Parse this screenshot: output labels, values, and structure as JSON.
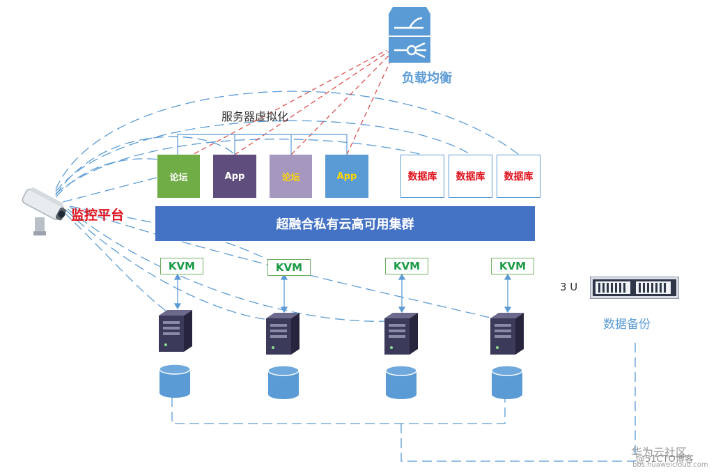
{
  "load_balancer": {
    "label": "负载均衡"
  },
  "virtualization": {
    "label": "服务器虚拟化"
  },
  "apps": [
    {
      "label": "论坛",
      "bg": "#70ad47",
      "fg": "#ffffff"
    },
    {
      "label": "App",
      "bg": "#5f4e7d",
      "fg": "#ffffff"
    },
    {
      "label": "论坛",
      "bg": "#a597be",
      "fg": "#ffd700"
    },
    {
      "label": "App",
      "bg": "#5b9bd5",
      "fg": "#ffd700"
    }
  ],
  "databases": [
    {
      "label": "数据库"
    },
    {
      "label": "数据库"
    },
    {
      "label": "数据库"
    }
  ],
  "cluster": {
    "label": "超融合私有云高可用集群",
    "bg": "#4472c4"
  },
  "monitor": {
    "label": "监控平台",
    "color": "#e0141e"
  },
  "kvm_nodes": [
    {
      "label": "KVM"
    },
    {
      "label": "KVM"
    },
    {
      "label": "KVM"
    },
    {
      "label": "KVM"
    }
  ],
  "backup": {
    "size_label": "3 U",
    "label": "数据备份"
  },
  "watermark": {
    "line1": "华为云社区",
    "line2": "@51CTO博客",
    "line3": "bbs.huaweicloud.com"
  },
  "colors": {
    "accent_blue": "#5b9bd5",
    "red_dash": "#e05050"
  }
}
